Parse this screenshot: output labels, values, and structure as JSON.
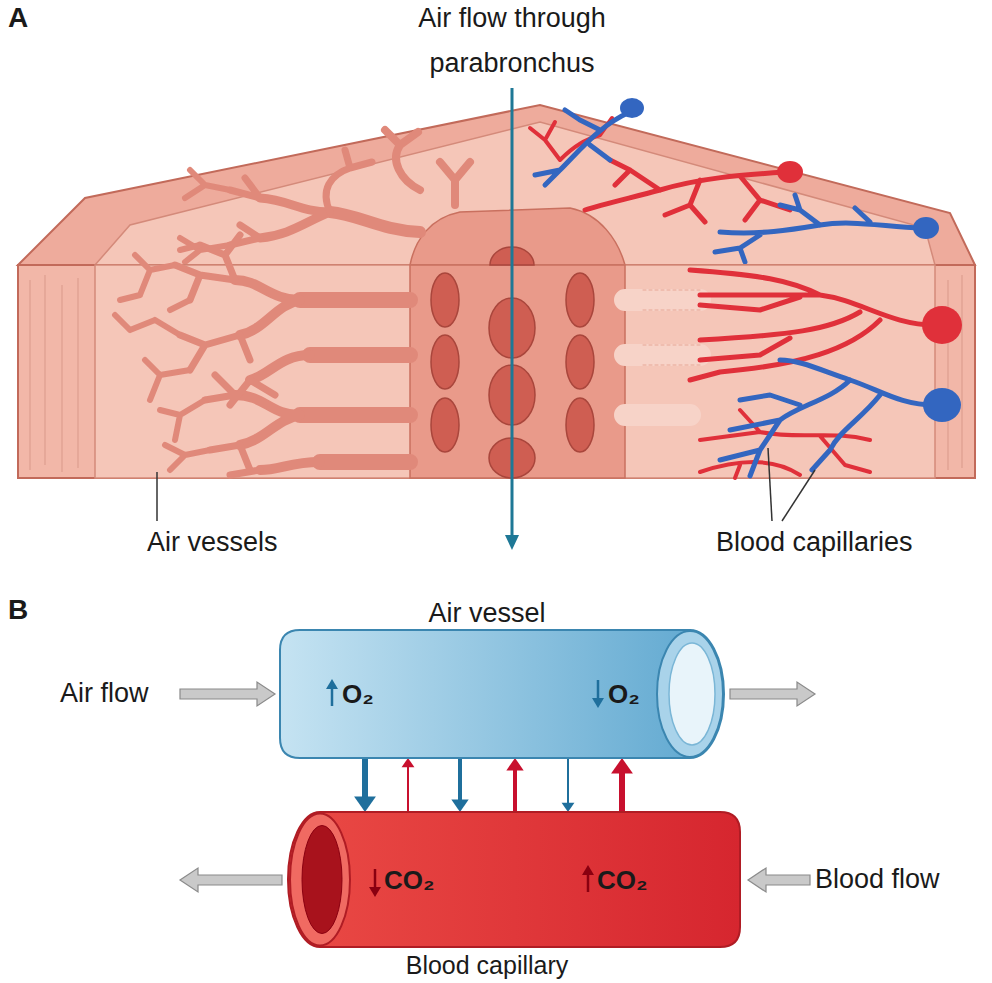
{
  "diagram": {
    "nodes": [
      {
        "text": [
          "Air vessel",
          "O₂",
          "O₂"
        ]
      },
      {
        "text": [
          "CO₂",
          "CO₂",
          "Blood capillary"
        ]
      }
    ],
    "edges": [
      {
        "from": 0,
        "to": 1,
        "arrow": "to"
      },
      {
        "from": 1,
        "to": 0,
        "arrow": "to"
      },
      {
        "from": 0,
        "to": 1,
        "arrow": "to"
      },
      {
        "from": 1,
        "to": 0,
        "arrow": "to"
      },
      {
        "from": 0,
        "to": 1,
        "arrow": "to"
      },
      {
        "from": 1,
        "to": 0,
        "arrow": "to"
      }
    ],
    "labels": [
      "A",
      "Air flow through parabronchus",
      "Air vessels",
      "Blood capillaries",
      "B",
      "Air flow",
      "Blood flow"
    ]
  }
}
